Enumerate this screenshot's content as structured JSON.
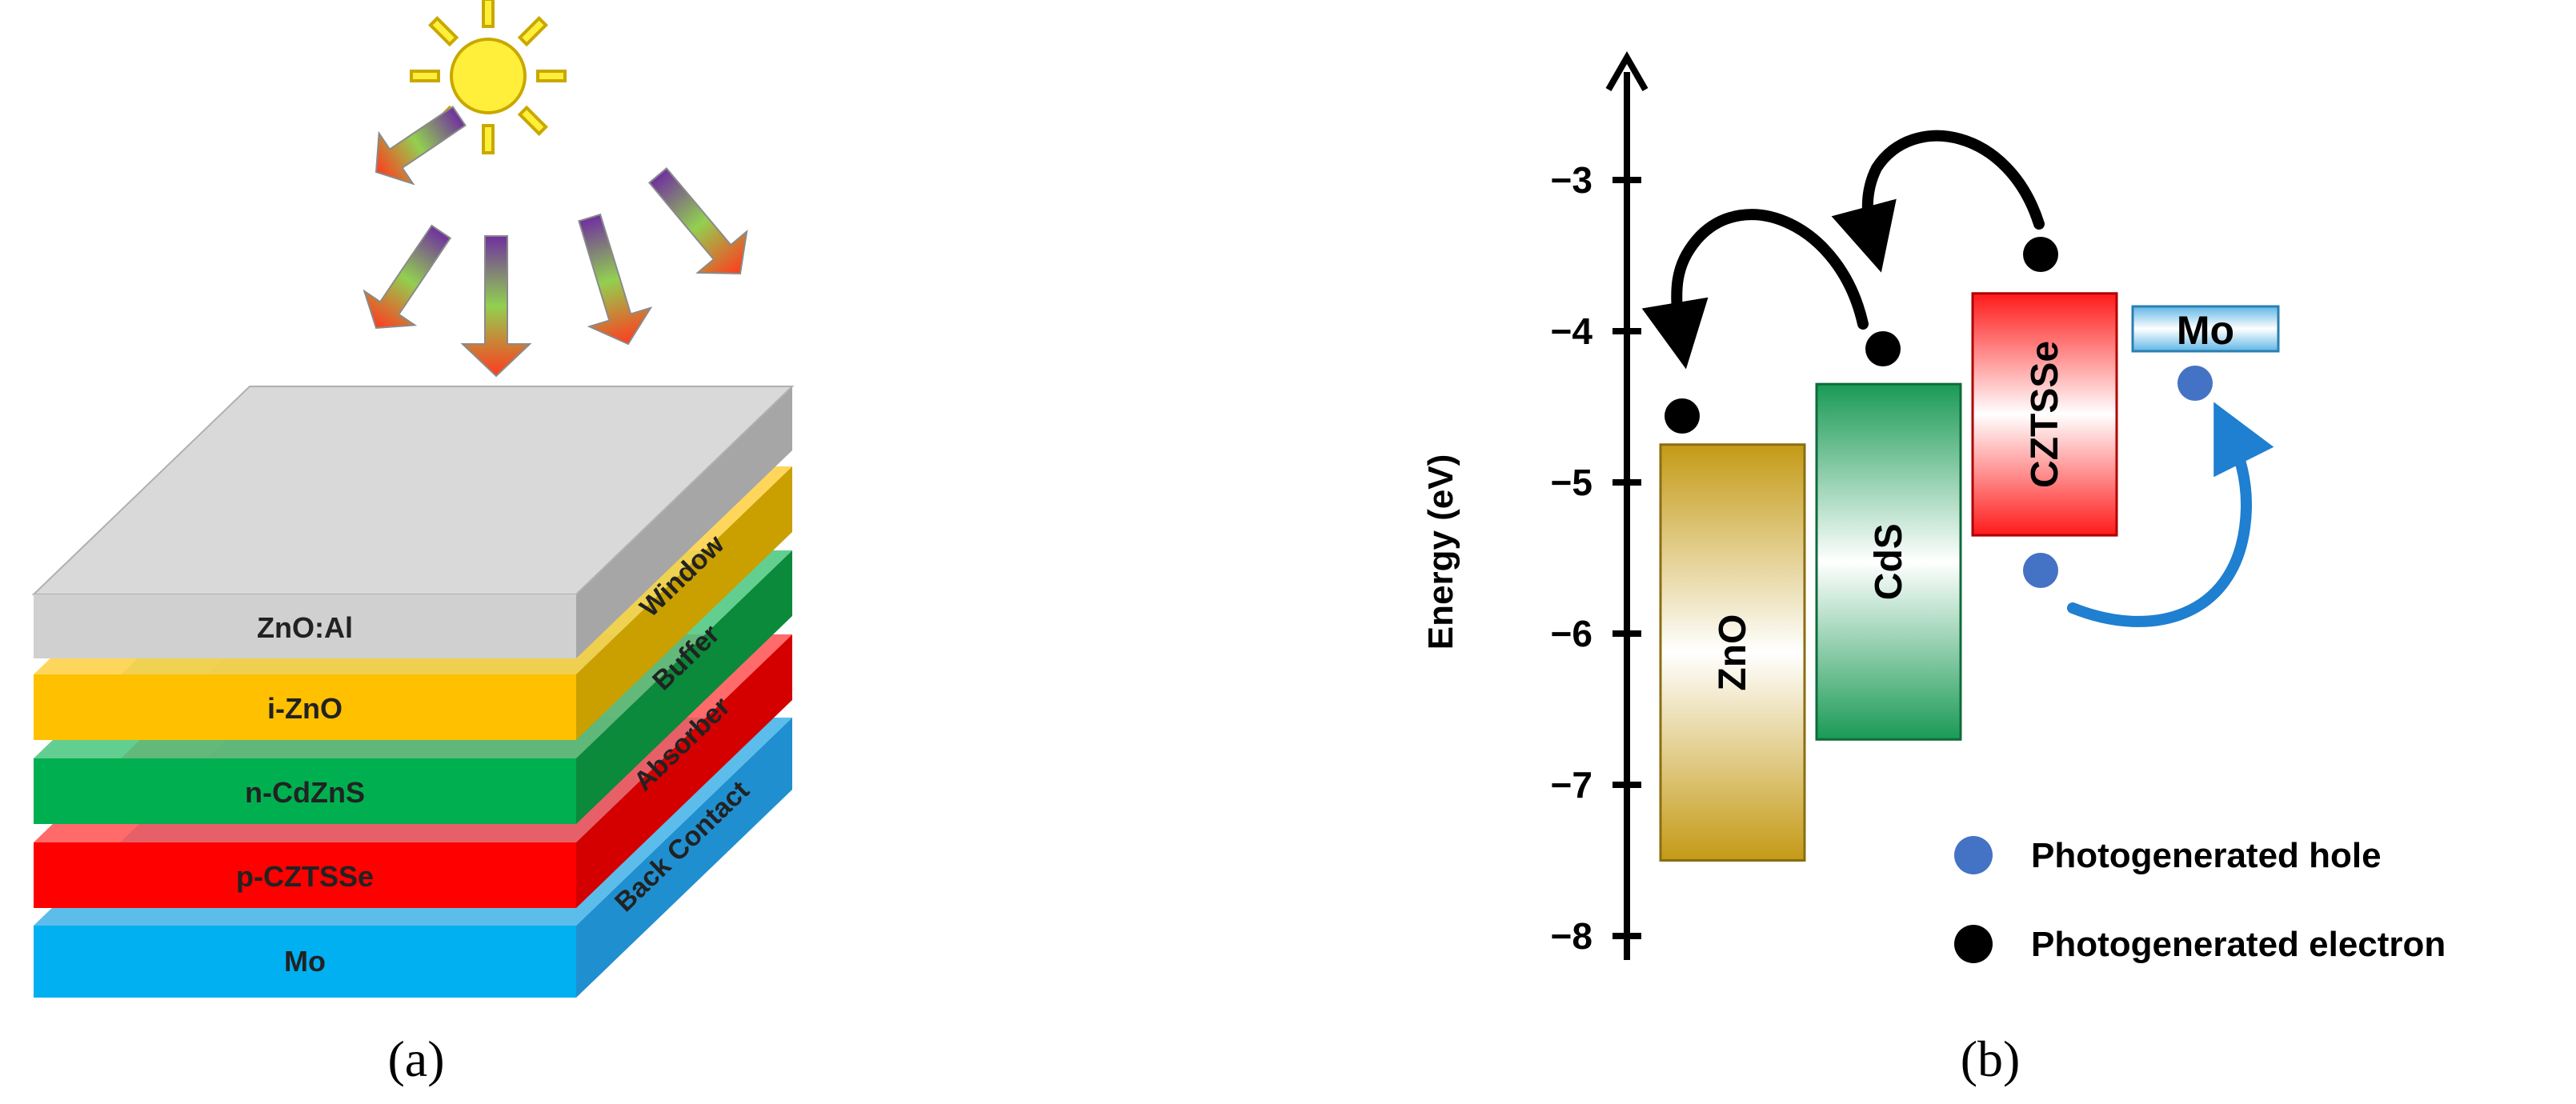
{
  "panel_a": {
    "caption": "(a)",
    "layers": [
      {
        "front_label": "ZnO:Al",
        "side_label": "Window",
        "front_color": "#d9d9d9",
        "side_color": "#c9a000",
        "top_color": "#e6e6e6",
        "icon": "layer-slab"
      },
      {
        "front_label": "i-ZnO",
        "side_label": "Buffer",
        "front_color": "#ffc000",
        "side_color": "#0a8a3a",
        "icon": "layer-slab"
      },
      {
        "front_label": "n-CdZnS",
        "side_label": "Absorber",
        "front_color": "#00b050",
        "side_color": "#d60000",
        "icon": "layer-slab"
      },
      {
        "front_label": "p-CZTSSe",
        "side_label": "Back Contact",
        "front_color": "#ff0000",
        "side_color": "#2f9ad6",
        "icon": "layer-slab"
      },
      {
        "front_label": "Mo",
        "side_label": "",
        "front_color": "#00b0f0",
        "side_color": "#1f8fd0",
        "icon": "layer-slab"
      }
    ],
    "sun_icon": "sun-icon",
    "arrow_icon": "sunlight-arrow-icon"
  },
  "panel_b": {
    "caption": "(b)",
    "y_axis": {
      "label": "Energy (eV)",
      "ticks": [
        "−3",
        "−4",
        "−5",
        "−6",
        "−7",
        "−8"
      ],
      "tick_values": [
        -3,
        -4,
        -5,
        -6,
        -7,
        -8
      ],
      "range": [
        -8.1,
        -2.2
      ]
    },
    "bands": [
      {
        "label": "ZnO",
        "top": -4.75,
        "bottom": -7.5,
        "color": "#c9a227"
      },
      {
        "label": "CdS",
        "top": -4.35,
        "bottom": -6.7,
        "color": "#1e9e5a"
      },
      {
        "label": "CZTSSe",
        "top": -3.75,
        "bottom": -5.35,
        "color": "#ff2222"
      }
    ],
    "mo_contact": {
      "label": "Mo",
      "level": -4.0,
      "color": "#7ec8ec"
    },
    "electron_color": "#000000",
    "hole_color": "#4472c4",
    "legend": [
      {
        "marker": "hole",
        "label": "Photogenerated hole"
      },
      {
        "marker": "electron",
        "label": "Photogenerated electron"
      }
    ]
  }
}
